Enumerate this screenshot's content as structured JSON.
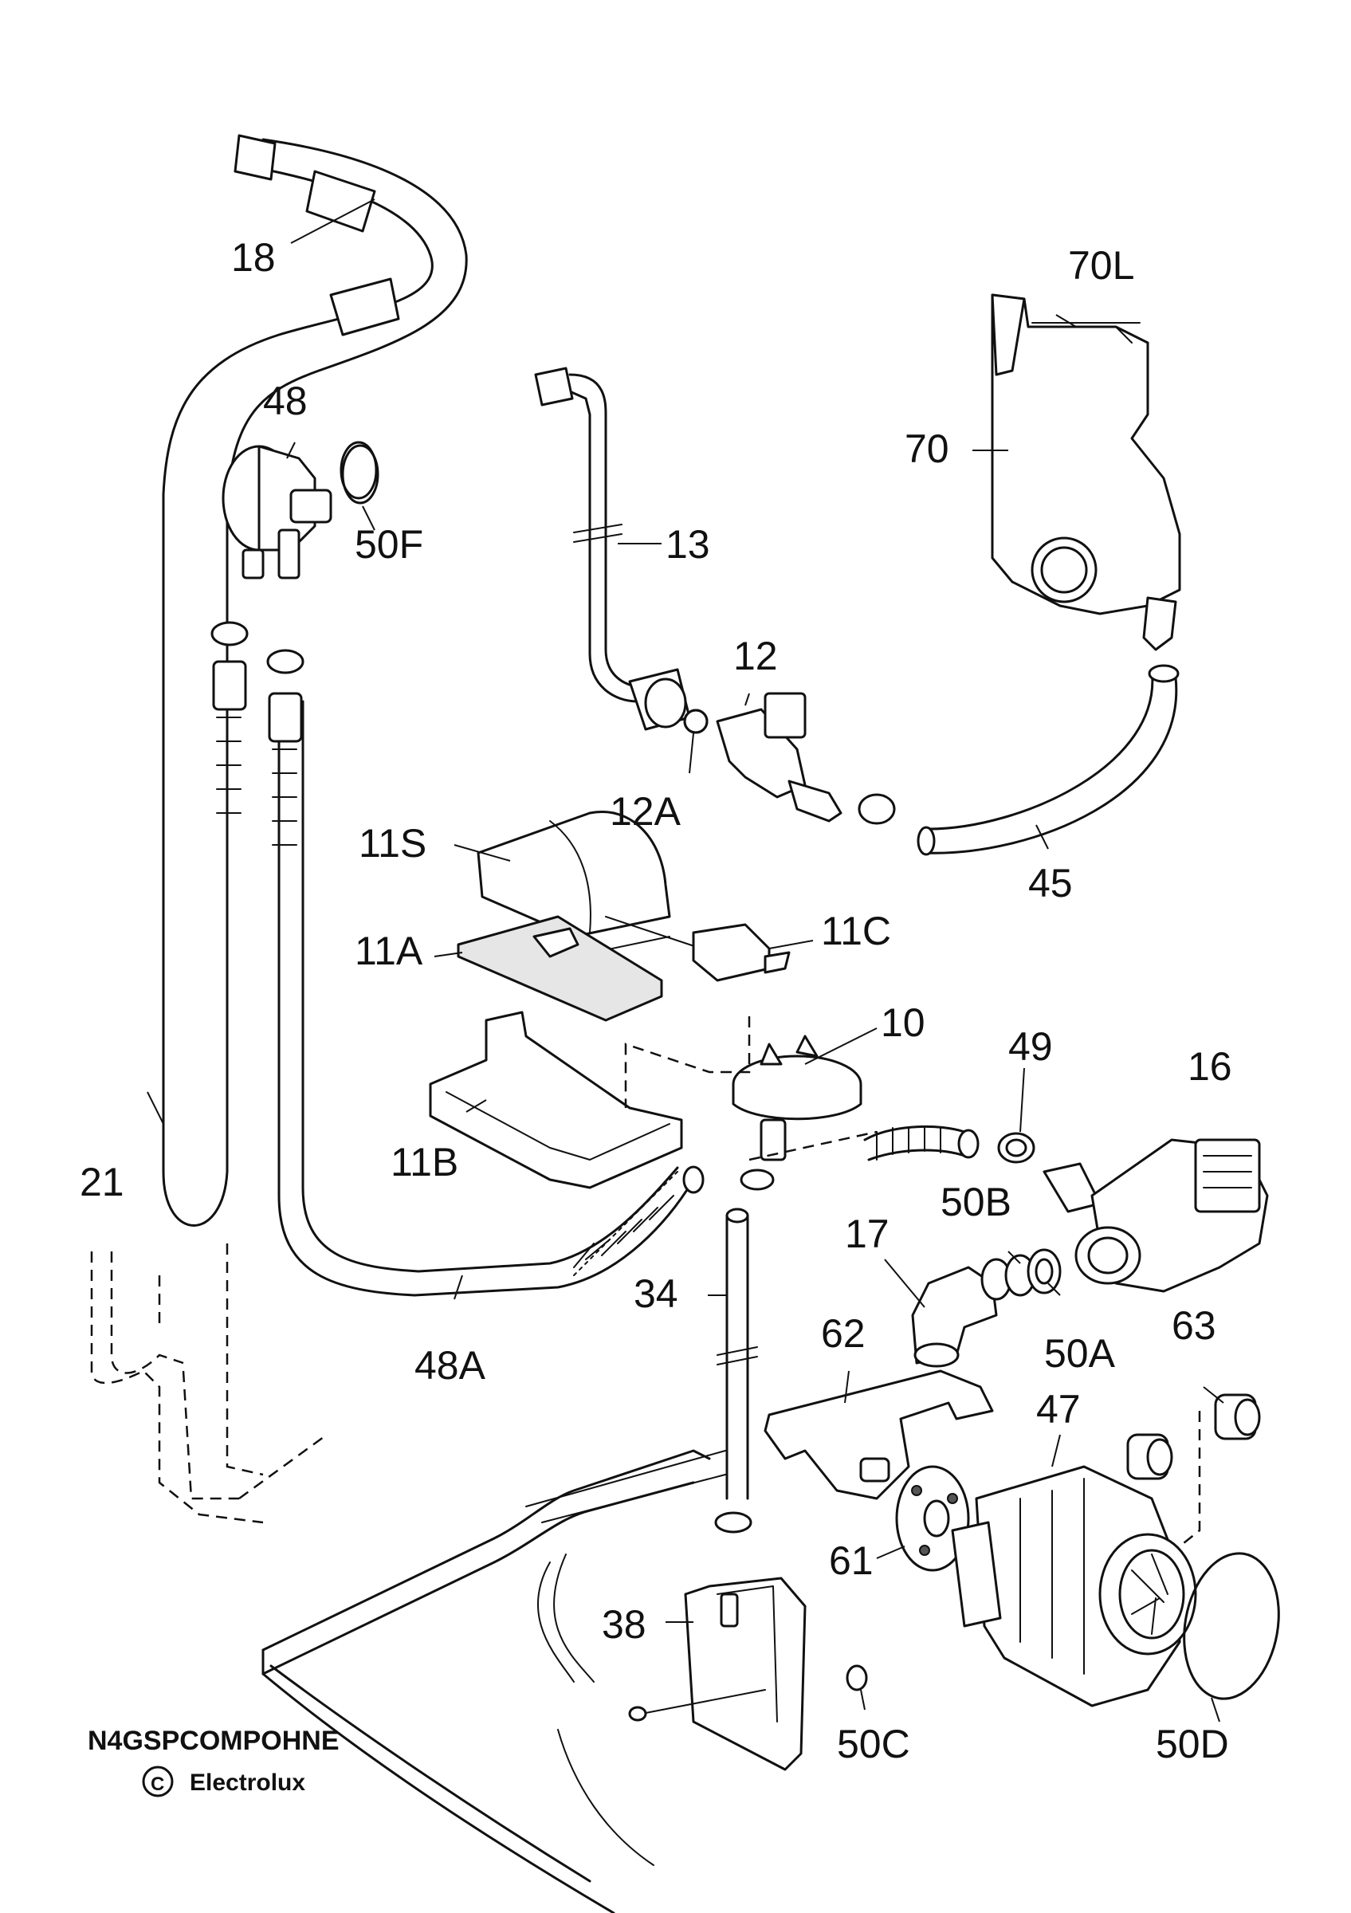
{
  "diagram": {
    "labels": {
      "p18": "18",
      "p48": "48",
      "p50F": "50F",
      "p21": "21",
      "p13": "13",
      "p12": "12",
      "p12A": "12A",
      "p70L": "70L",
      "p70": "70",
      "p45": "45",
      "p11S": "11S",
      "p11C": "11C",
      "p11A": "11A",
      "p11B": "11B",
      "p10": "10",
      "p49": "49",
      "p16": "16",
      "p50B": "50B",
      "p17": "17",
      "p34": "34",
      "p48A": "48A",
      "p50A": "50A",
      "p62": "62",
      "p63": "63",
      "p47": "47",
      "p61": "61",
      "p38": "38",
      "p50C": "50C",
      "p50D": "50D"
    }
  },
  "footer": {
    "code": "N4GSPCOMPOHNE",
    "copyright_symbol": "C",
    "brand": "Electrolux"
  }
}
